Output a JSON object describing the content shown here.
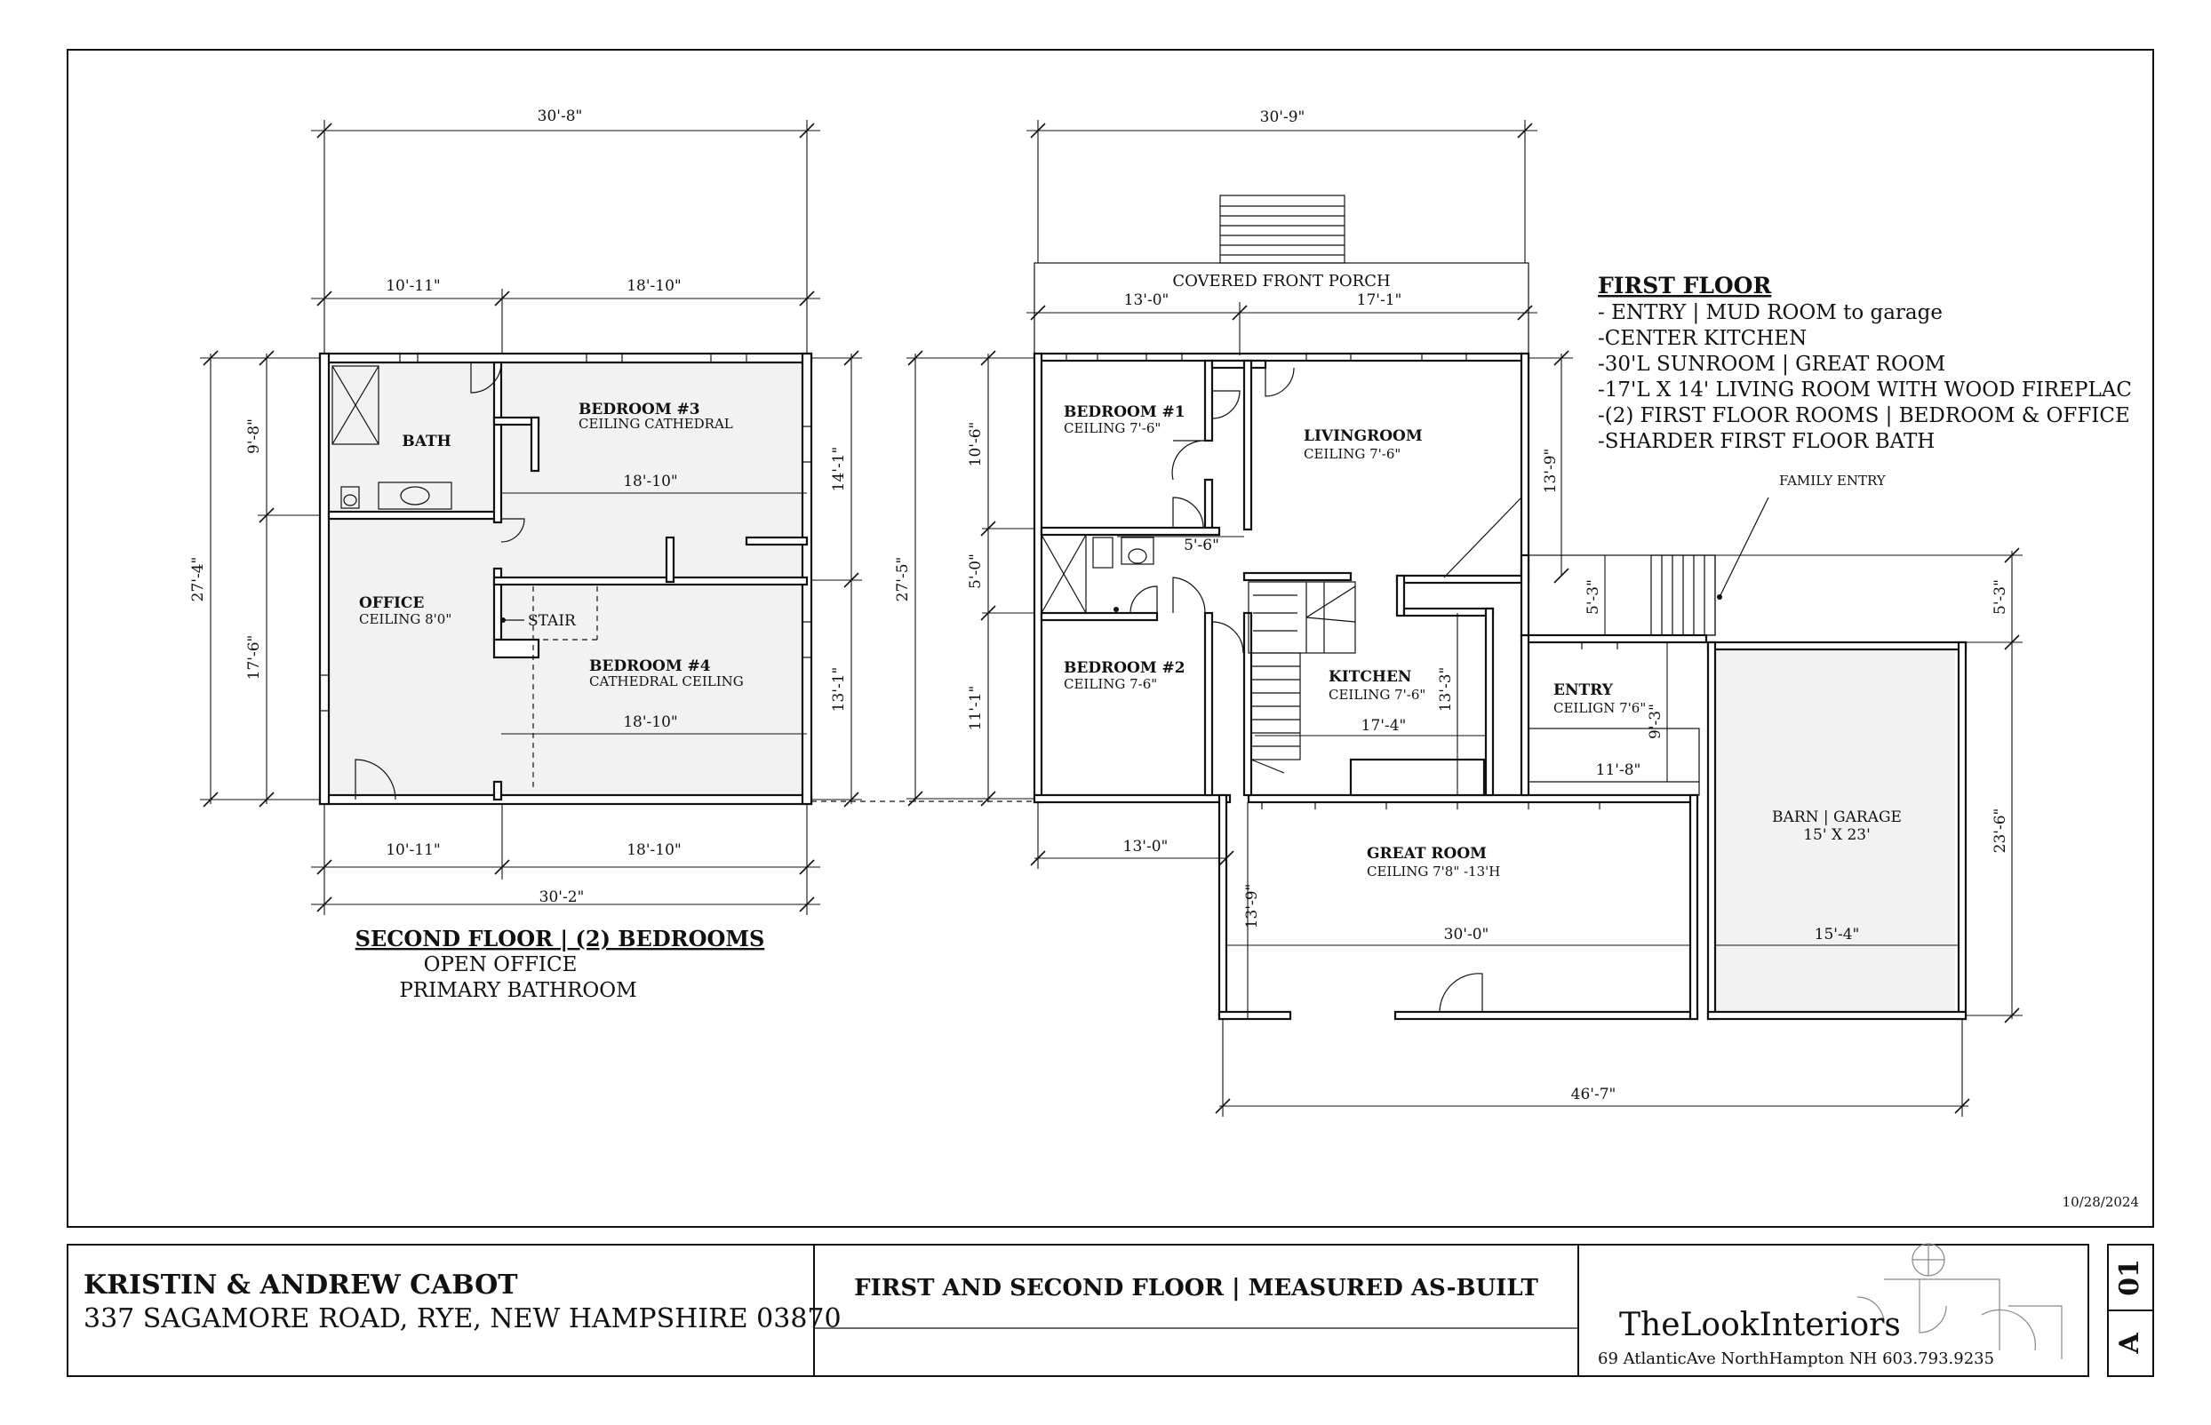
{
  "second_floor": {
    "dims": {
      "top_overall": "30'-8\"",
      "top_left": "10'-11\"",
      "top_right": "18'-10\"",
      "bottom_left": "10'-11\"",
      "bottom_right": "18'-10\"",
      "bottom_overall": "30'-2\"",
      "left_overall": "27'-4\"",
      "left_upper": "9'-8\"",
      "left_lower": "17'-6\"",
      "right_upper": "14'-1\"",
      "right_lower": "13'-1\"",
      "interior_bed3": "18'-10\"",
      "interior_bed4": "18'-10\""
    },
    "rooms": {
      "bath": "BATH",
      "bedroom3": "BEDROOM #3",
      "bedroom3_sub": "CEILING  CATHEDRAL",
      "office": "OFFICE",
      "office_sub": "CEILING 8'0\"",
      "stair": "STAIR",
      "bedroom4": "BEDROOM #4",
      "bedroom4_sub": "CATHEDRAL CEILING"
    },
    "caption": {
      "title": "SECOND FLOOR | (2) BEDROOMS",
      "line1": "OPEN OFFICE",
      "line2": "PRIMARY BATHROOM"
    }
  },
  "first_floor": {
    "dims": {
      "top_overall": "30'-9\"",
      "porch_left": "13'-0\"",
      "porch_right": "17'-1\"",
      "left_upper": "10'-6\"",
      "left_mid": "5'-0\"",
      "left_lower": "11'-1\"",
      "left_overall": "27'-5\"",
      "right_upper": "13'-9\"",
      "bath_width": "5'-6\"",
      "kitchen_width": "17'-4\"",
      "kitchen_depth": "13'-3\"",
      "entry_width": "11'-8\"",
      "entry_depth": "9'-3\"",
      "stoop_depth": "5'-3\"",
      "bed2_width": "13'-0\"",
      "great_depth": "13'-9\"",
      "great_width": "30'-0\"",
      "barn_width": "15'-4\"",
      "barn_right_upper": "5'-3\"",
      "barn_right_depth": "23'-6\"",
      "bottom_overall": "46'-7\""
    },
    "rooms": {
      "porch": "COVERED FRONT PORCH",
      "bedroom1": "BEDROOM #1",
      "bedroom1_sub": "CEILING 7'-6\"",
      "living": "LIVINGROOM",
      "living_sub": "CEILING 7'-6\"",
      "bedroom2": "BEDROOM #2",
      "bedroom2_sub": "CEILING 7-6\"",
      "kitchen": "KITCHEN",
      "kitchen_sub": "CEILING 7'-6\"",
      "entry": "ENTRY",
      "entry_sub": "CEILIGN 7'6\"",
      "great": "GREAT ROOM",
      "great_sub": "CEILING 7'8\" -13'H",
      "barn": "BARN | GARAGE",
      "barn_sub": "15' X 23'",
      "family_entry": "FAMILY ENTRY"
    },
    "notes": {
      "heading": "FIRST FLOOR",
      "lines": [
        "- ENTRY | MUD ROOM to garage",
        "-CENTER KITCHEN",
        "-30'L SUNROOM | GREAT ROOM",
        "-17'L X 14' LIVING ROOM WITH WOOD FIREPLAC",
        "-(2) FIRST FLOOR ROOMS  |  BEDROOM & OFFICE",
        "-SHARDER FIRST FLOOR BATH"
      ]
    }
  },
  "date": "10/28/2024",
  "title_block": {
    "client": "KRISTIN & ANDREW CABOT",
    "address": "337 SAGAMORE ROAD, RYE, NEW HAMPSHIRE 03870",
    "drawing_title": "FIRST AND SECOND FLOOR  |  MEASURED AS-BUILT",
    "firm": "TheLookInteriors",
    "firm_address": "69 AtlanticAve  NorthHampton NH 603.793.9235",
    "sheet_number": "01",
    "sheet_letter": "A"
  },
  "colors": {
    "line": "#111111",
    "room_fill": "#f2f2f2",
    "wall_fill": "#ffffff"
  }
}
